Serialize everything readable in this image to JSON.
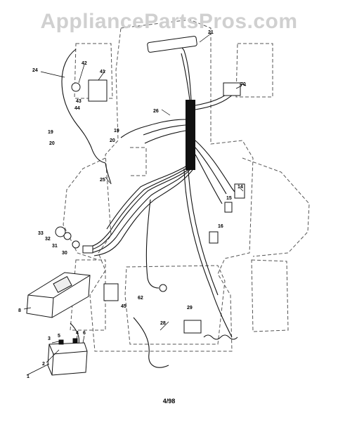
{
  "watermark": "AppliancePartsPros.com",
  "footer": {
    "date_code": "4/98"
  },
  "callouts": [
    "1",
    "2",
    "3",
    "4",
    "5",
    "6",
    "8",
    "14",
    "15",
    "16",
    "19",
    "19",
    "20",
    "20",
    "21",
    "24",
    "25",
    "26",
    "28",
    "29",
    "30",
    "31",
    "32",
    "33",
    "41",
    "42",
    "43",
    "44",
    "45",
    "62",
    "70"
  ]
}
